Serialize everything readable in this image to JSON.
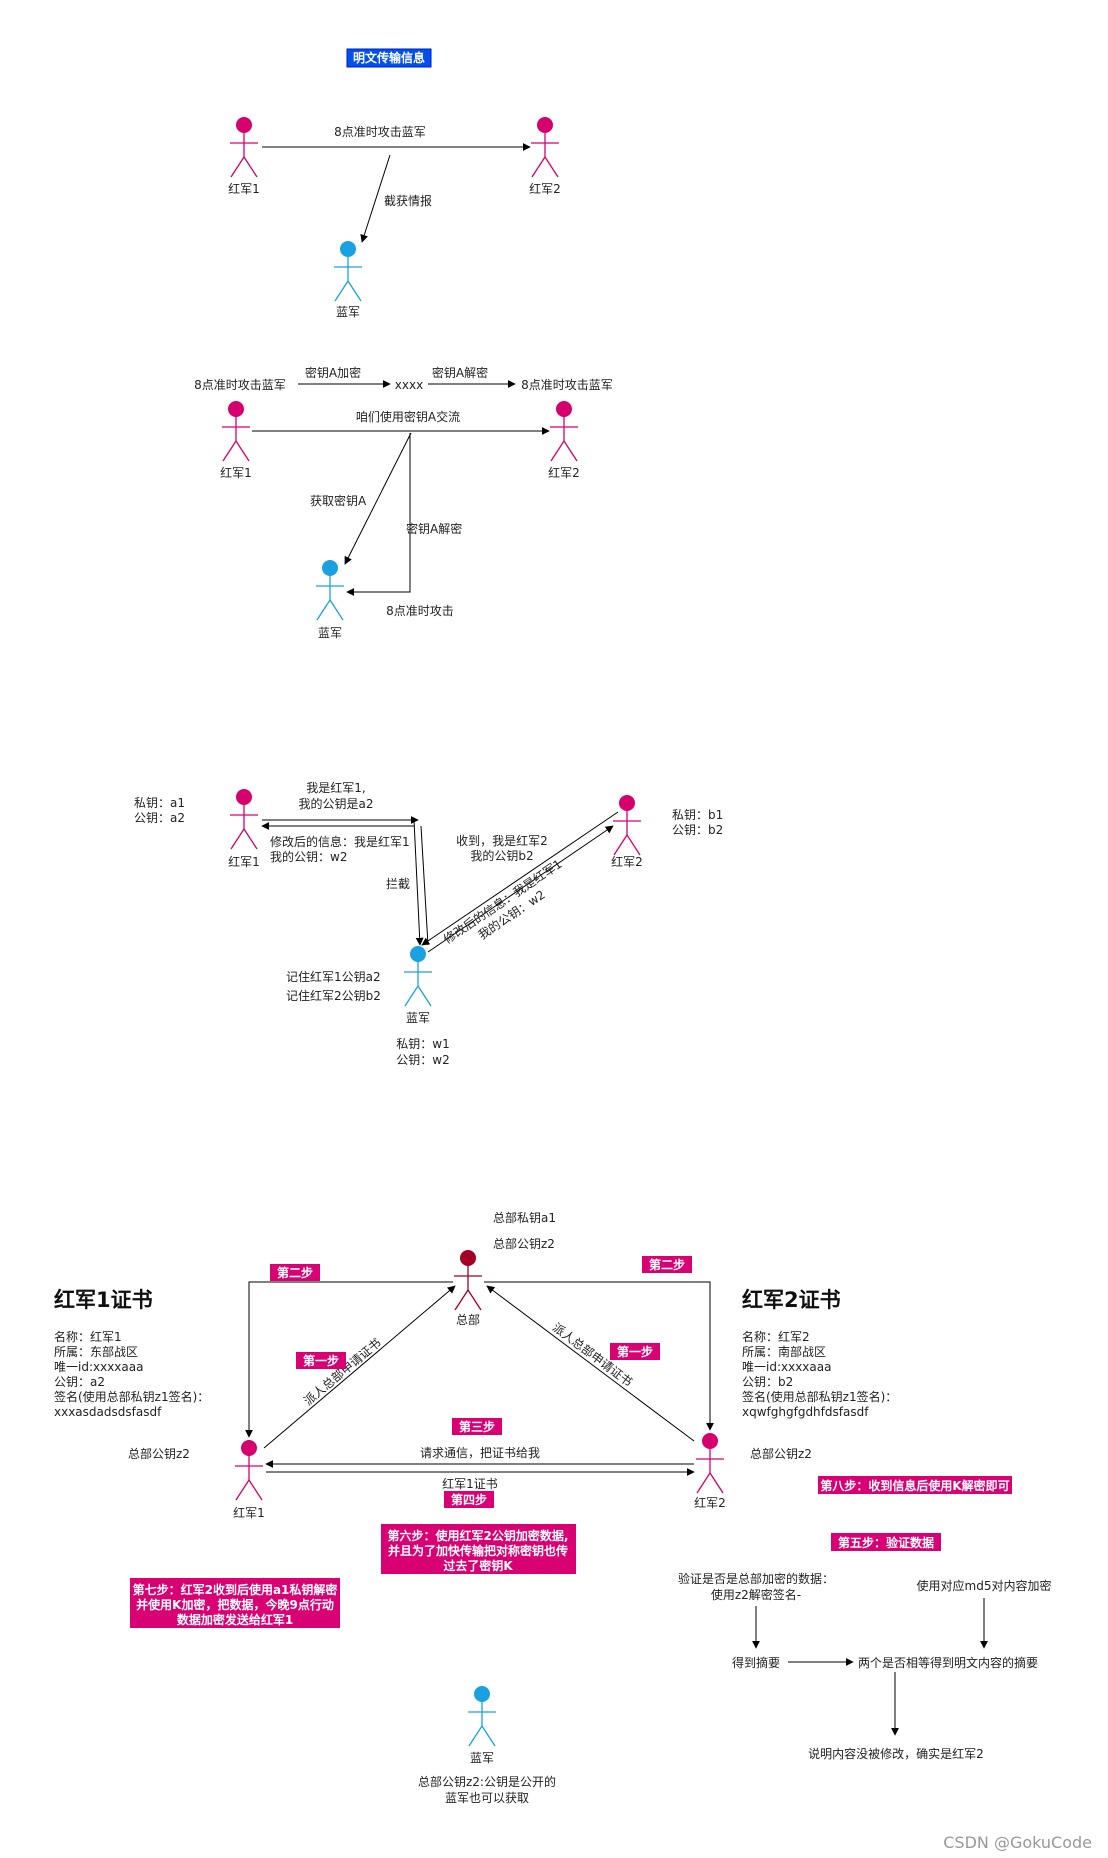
{
  "colors": {
    "red_actor": "#d5006d",
    "blue_actor": "#1ba1e2",
    "hq_actor": "#a20025",
    "title_bg": "#0050ef",
    "tag_bg": "#d80073",
    "line": "#000000"
  },
  "section1": {
    "title": "明文传输信息",
    "red1": "红军1",
    "red2": "红军2",
    "blue": "蓝军",
    "msg": "8点准时攻击蓝军",
    "intercept": "截获情报"
  },
  "section2": {
    "plain_left": "8点准时攻击蓝军",
    "encrypt": "密钥A加密",
    "cipher": "xxxx",
    "decrypt": "密钥A解密",
    "plain_right": "8点准时攻击蓝军",
    "agree": "咱们使用密钥A交流",
    "get_key": "获取密钥A",
    "blue_decrypt": "密钥A解密",
    "blue_result": "8点准时攻击",
    "red1": "红军1",
    "red2": "红军2",
    "blue": "蓝军"
  },
  "section3": {
    "red1": "红军1",
    "red2": "红军2",
    "blue": "蓝军",
    "red1_private": "私钥：a1",
    "red1_public": "公钥：a2",
    "red2_private": "私钥：b1",
    "red2_public": "公钥：b2",
    "msg1_line1": "我是红军1,",
    "msg1_line2": "我的公钥是a2",
    "mod1_line1": "修改后的信息：我是红军1",
    "mod1_line2": "我的公钥：w2",
    "intercept": "拦截",
    "recv_line1": "收到，我是红军2",
    "recv_line2": "我的公钥b2",
    "mod2_line1": "修改后的信息：我是红军1",
    "mod2_line2": "我的公钥：w2",
    "remember1": "记住红军1公钥a2",
    "remember2": "记住红军2公钥b2",
    "blue_private": "私钥：w1",
    "blue_public": "公钥：w2"
  },
  "section4": {
    "hq": "总部",
    "hq_private": "总部私钥a1",
    "hq_public": "总部公钥z2",
    "step2_left": "第二步",
    "step2_right": "第二步",
    "cert1_title": "红军1证书",
    "cert1_lines": [
      "名称：红军1",
      "所属：东部战区",
      "唯一id:xxxxaaa",
      "公钥：a2",
      "签名(使用总部私钥z1签名)：",
      "xxxasdadsdsfasdf"
    ],
    "cert2_title": "红军2证书",
    "cert2_lines": [
      "名称：红军2",
      "所属：南部战区",
      "唯一id:xxxxaaa",
      "公钥：b2",
      "签名(使用总部私钥z1签名)：",
      "xqwfghgfgdhfdsfasdf"
    ],
    "step1_left": "第一步",
    "step1_right": "第一步",
    "apply_left": "派人总部申请证书",
    "apply_right": "派人总部申请证书",
    "step3": "第三步",
    "request": "请求通信，把证书给我",
    "cert_give": "红军1证书",
    "step4": "第四步",
    "red1": "红军1",
    "red2": "红军2",
    "red1_hq_key": "总部公钥z2",
    "red2_hq_key": "总部公钥z2",
    "step8": "第八步：收到信息后使用K解密即可",
    "step5": "第五步：验证数据",
    "step6_lines": [
      "第六步：使用红军2公钥加密数据,",
      "并且为了加快传输把对称密钥也传",
      "过去了密钥K"
    ],
    "step7_lines": [
      "第七步：红军2收到后使用a1私钥解密",
      "并使用K加密，把数据，今晚9点行动",
      "数据加密发送给红军1"
    ],
    "verify_line1": "验证是否是总部加密的数据：",
    "verify_line2": "使用z2解密签名-",
    "md5": "使用对应md5对内容加密",
    "digest": "得到摘要",
    "compare": "两个是否相等得到明文内容的摘要",
    "conclusion": "说明内容没被修改，确实是红军2",
    "blue": "蓝军",
    "blue_note1": "总部公钥z2:公钥是公开的",
    "blue_note2": "蓝军也可以获取"
  },
  "watermark": "CSDN @GokuCode"
}
